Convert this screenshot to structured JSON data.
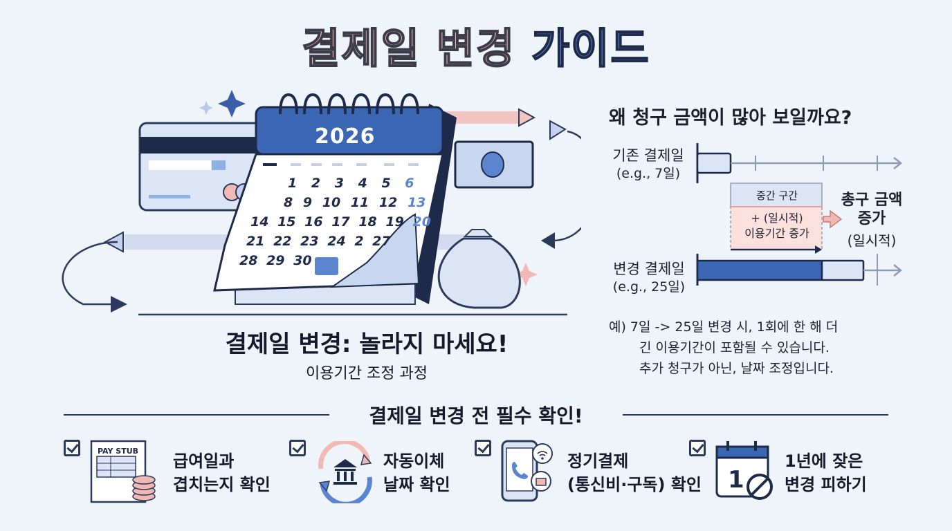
{
  "title": {
    "part1": "결제일",
    "part2": "변경",
    "part3": "가이드"
  },
  "calendar": {
    "year": "2026",
    "rows": [
      [
        "1",
        "2",
        "3",
        "4",
        "5",
        "6"
      ],
      [
        "8",
        "9",
        "10",
        "11",
        "12",
        "13"
      ],
      [
        "14",
        "15",
        "16",
        "17",
        "18",
        "19",
        "20"
      ],
      [
        "21",
        "22",
        "23",
        "24",
        "2",
        "27"
      ],
      [
        "28",
        "29",
        "30"
      ]
    ]
  },
  "headline": "결제일 변경: 놀라지 마세요!",
  "subheadline": "이용기간 조정 과정",
  "why": {
    "title": "왜 청구 금액이 많아 보일까요?",
    "old_label": "기존 결제일",
    "old_example": "(e.g., 7일)",
    "new_label": "변경 결제일",
    "new_example": "(e.g., 25일)",
    "middle_label": "중간 구간",
    "middle_text_1": "+ (일시적)",
    "middle_text_2": "이용기간 증가",
    "total_1": "총구 금액",
    "total_2": "증가",
    "total_sub": "(일시적)"
  },
  "example": {
    "line1": "예) 7일 -> 25일 변경 시, 1회에 한 해 더",
    "line2": "긴 이용기간이 포함될 수 있습니다.",
    "line3": "추가 청구가 아닌, 날짜 조정입니다."
  },
  "checklist": {
    "title": "결제일 변경 전 필수 확인!",
    "items": [
      {
        "icon": "pay-stub-icon",
        "icon_text": "PAY STUB",
        "line1": "급여일과",
        "line2": "겹치는지 확인"
      },
      {
        "icon": "bank-cycle-icon",
        "line1": "자동이체",
        "line2": "날짜 확인"
      },
      {
        "icon": "phone-subscription-icon",
        "line1": "정기결제",
        "line2": "(통신비·구독) 확인"
      },
      {
        "icon": "calendar-no-icon",
        "icon_text": "1",
        "line1": "1년에 잦은",
        "line2": "변경 피하기"
      }
    ]
  },
  "colors": {
    "pink": "#f2b9b4",
    "blue": "#5b86cf",
    "navy": "#1e2a4a"
  }
}
